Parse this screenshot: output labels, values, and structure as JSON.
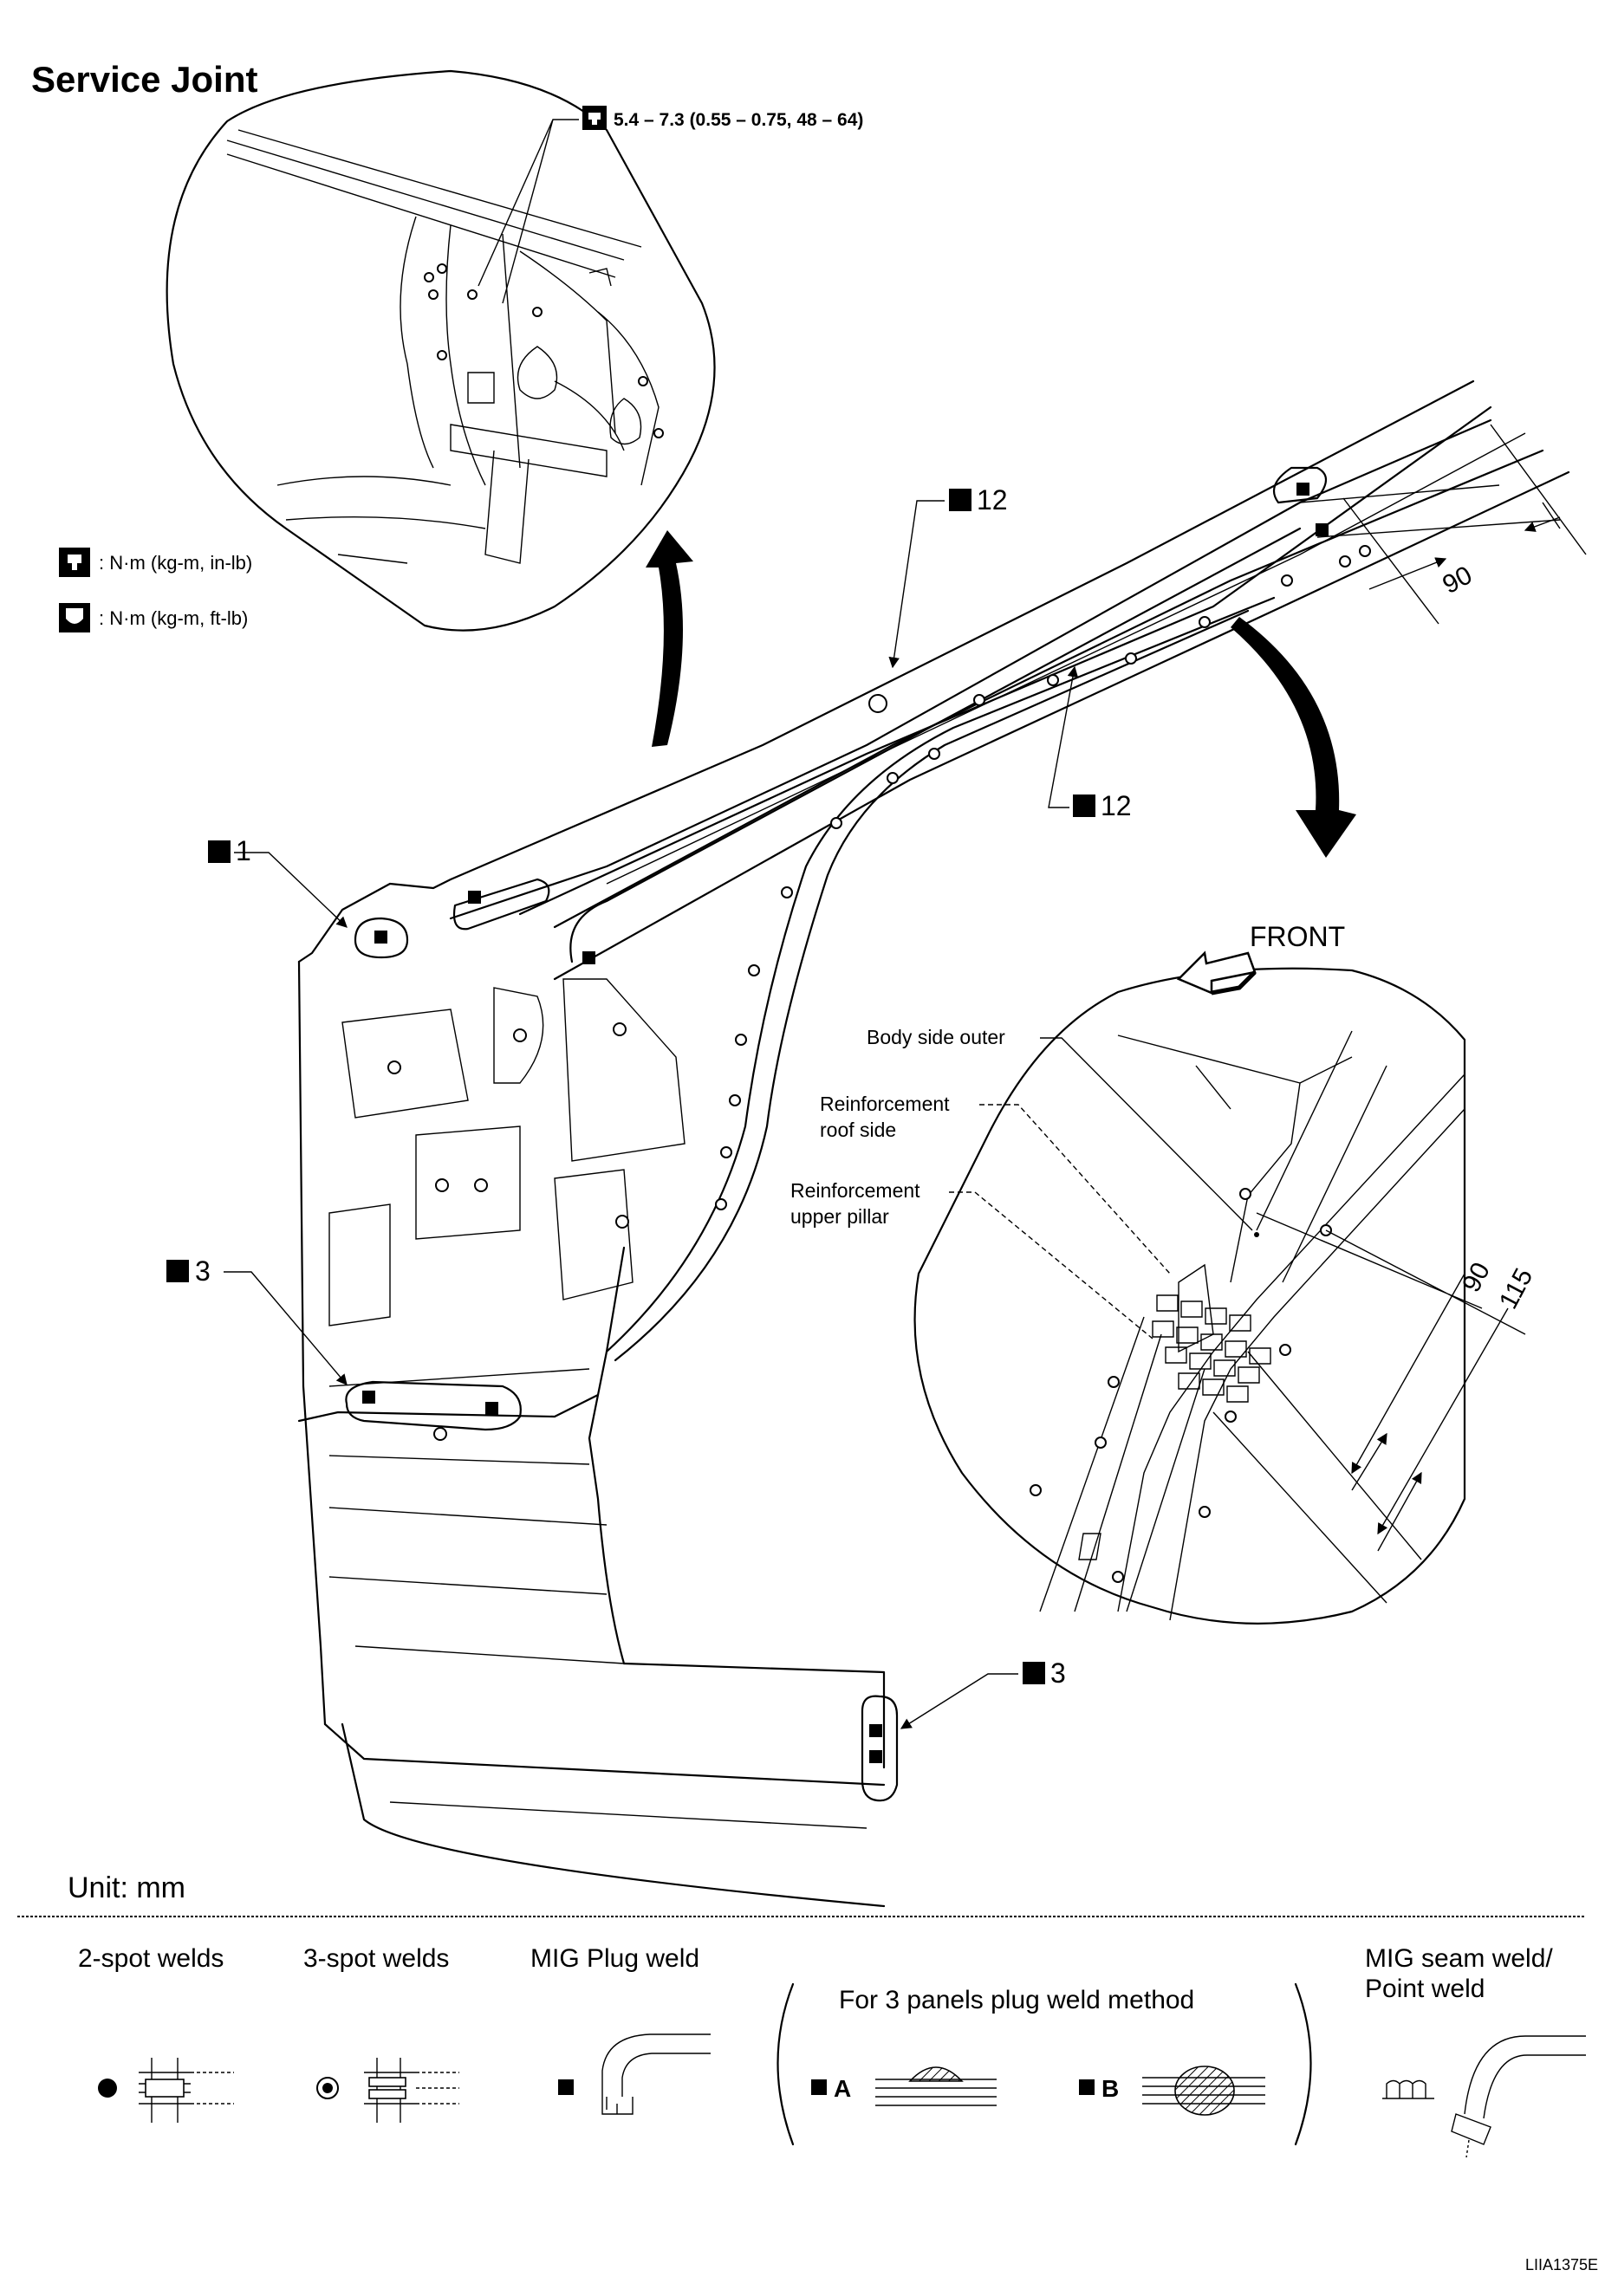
{
  "title": "Service Joint",
  "torque_main": "5.4 – 7.3 (0.55 – 0.75, 48 – 64)",
  "legend_torque": {
    "in_lb": ": N·m (kg-m, in-lb)",
    "ft_lb": ": N·m (kg-m, ft-lb)"
  },
  "callouts": {
    "c1": "1",
    "c3_left": "3",
    "c3_bottom": "3",
    "c12_top": "12",
    "c12_mid": "12"
  },
  "dimensions": {
    "roof_90": "90",
    "detail_90": "90",
    "detail_115": "115"
  },
  "detail": {
    "front": "FRONT",
    "body_side_outer": "Body side outer",
    "reinf_roof_1": "Reinforcement",
    "reinf_roof_2": "roof side",
    "reinf_pillar_1": "Reinforcement",
    "reinf_pillar_2": "upper pillar"
  },
  "unit": "Unit: mm",
  "weld_legend": {
    "two_spot": "2-spot welds",
    "three_spot": "3-spot welds",
    "mig_plug": "MIG Plug weld",
    "three_panel": "For 3 panels plug weld method",
    "method_a": "A",
    "method_b": "B",
    "mig_seam_1": "MIG seam weld/",
    "mig_seam_2": "Point weld"
  },
  "figure_code": "LIIA1375E"
}
